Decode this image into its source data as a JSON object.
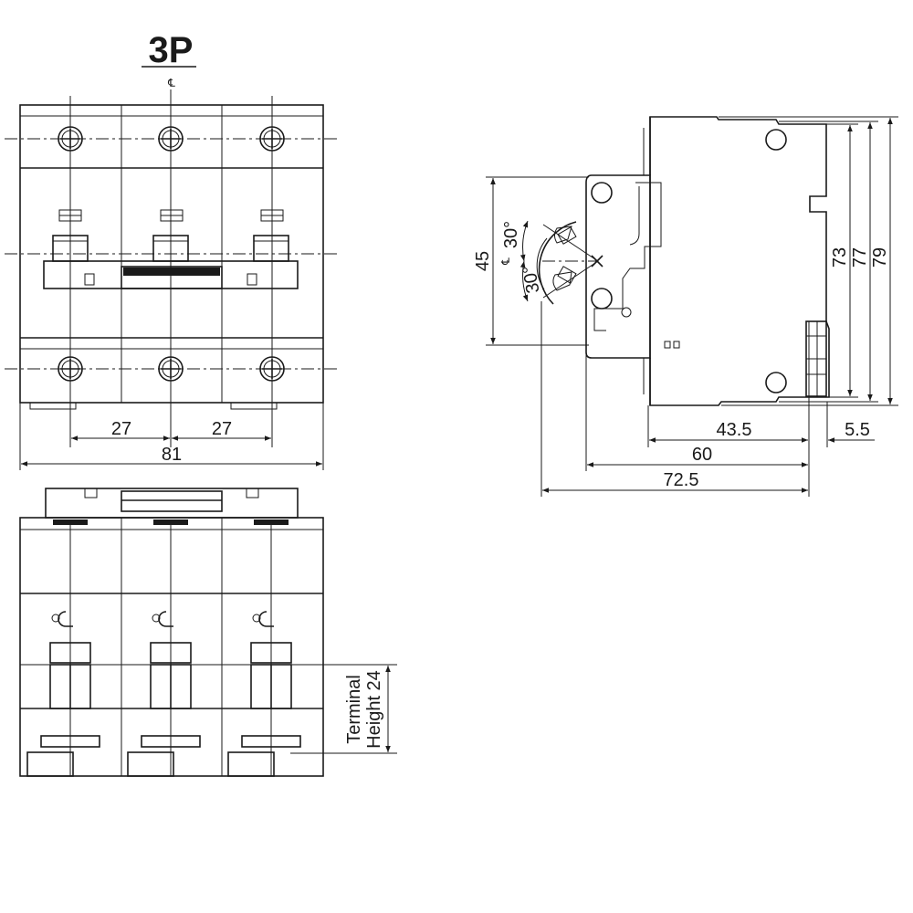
{
  "title": "3P",
  "centerline_symbol": "℄",
  "front_view": {
    "dimensions": {
      "pitch_left": "27",
      "pitch_right": "27",
      "overall_width": "81"
    }
  },
  "side_view": {
    "dimensions": {
      "height_73": "73",
      "height_77": "77",
      "height_79": "79",
      "handle_45": "45",
      "depth_43_5": "43.5",
      "depth_5_5": "5.5",
      "depth_60": "60",
      "depth_72_5": "72.5",
      "angle_upper": "30°",
      "angle_lower": "30°"
    }
  },
  "bottom_view": {
    "terminal_label_line1": "Terminal",
    "terminal_label_line2": "Height 24"
  }
}
